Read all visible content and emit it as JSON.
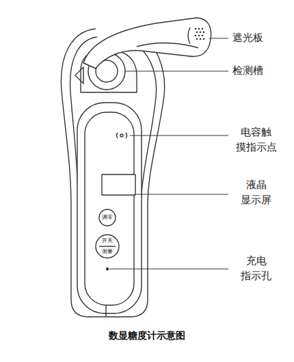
{
  "diagram": {
    "caption": "数显糖度计示意图",
    "labels": [
      "遮光板",
      "检测槽",
      "电容触 摸指示点",
      "液晶 显示屏",
      "调零",
      "开关",
      "测量",
      "充电 指示孔"
    ]
  }
}
